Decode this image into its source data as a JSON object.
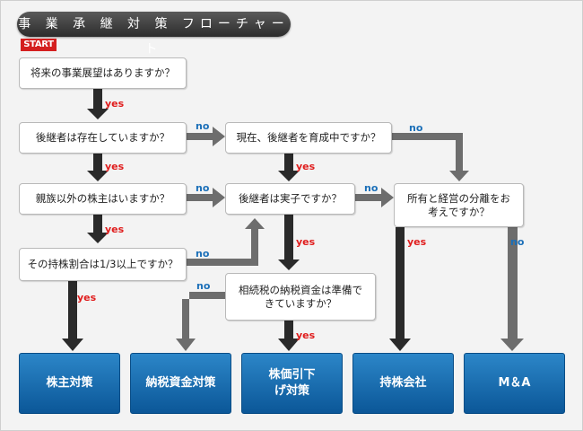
{
  "title": "事 業 承 継 対 策 フローチャート",
  "start_label": "START",
  "questions": {
    "q1": "将来の事業展望はありますか？",
    "q2": "後継者は存在していますか？",
    "q3": "親族以外の株主はいますか？",
    "q4": "その持株割合は1/3以上ですか？",
    "q5": "現在、後継者を育成中ですか？",
    "q6": "後継者は実子ですか？",
    "q7": "相続税の納税資金は準備できていますか？",
    "q8": "所有と経営の分離をお考えですか？"
  },
  "results": {
    "r1": "株主対策",
    "r2": "納税資金対策",
    "r3": "株価引下げ対策",
    "r4": "持株会社",
    "r5": "M＆A"
  },
  "labels": {
    "yes": "yes",
    "no": "no"
  }
}
